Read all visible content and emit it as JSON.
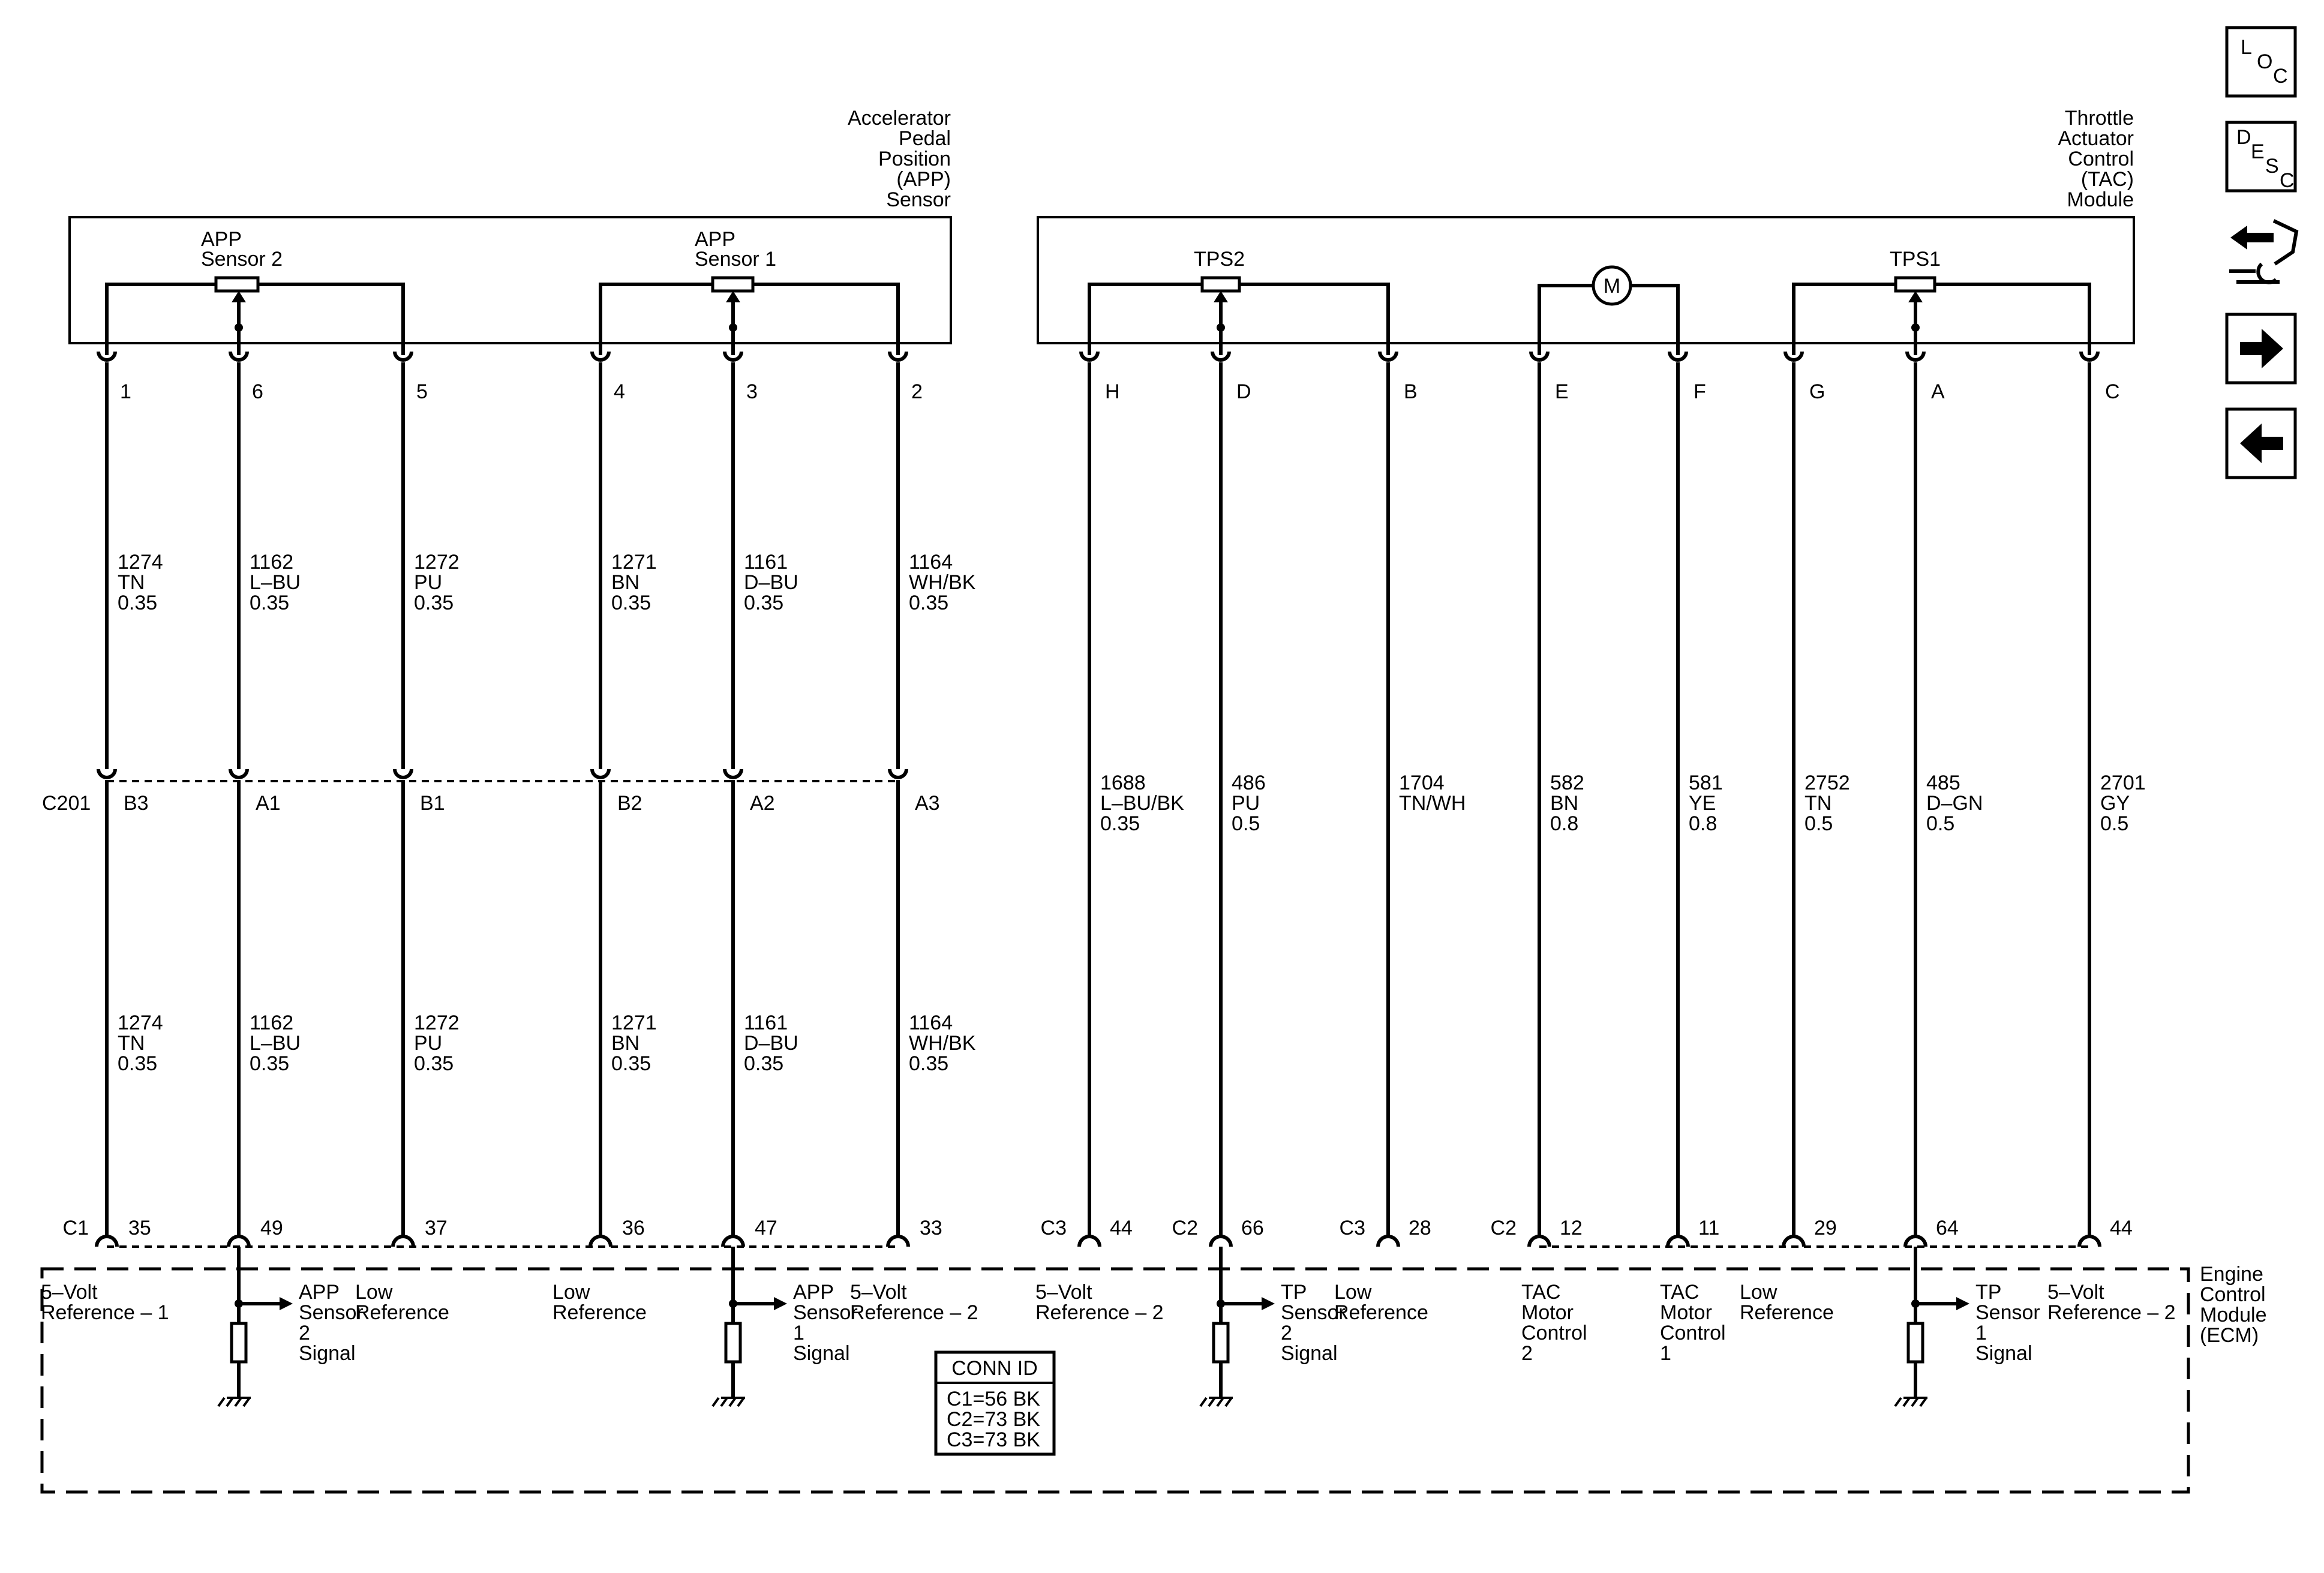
{
  "components": {
    "app_sensor": {
      "label_lines": [
        "Accelerator",
        "Pedal",
        "Position",
        "(APP)",
        "Sensor"
      ],
      "sensor2_lines": [
        "APP",
        "Sensor 2"
      ],
      "sensor1_lines": [
        "APP",
        "Sensor 1"
      ]
    },
    "tac_module": {
      "label_lines": [
        "Throttle",
        "Actuator",
        "Control",
        "(TAC)",
        "Module"
      ],
      "tps2": "TPS2",
      "tps1": "TPS1",
      "motor": "M"
    },
    "ecm": {
      "label_lines": [
        "Engine",
        "Control",
        "Module",
        "(ECM)"
      ]
    }
  },
  "inline_connector": "C201",
  "conn_id": {
    "title": "CONN ID",
    "lines": [
      "C1=56 BK",
      "C2=73 BK",
      "C3=73 BK"
    ]
  },
  "app_circuits": [
    {
      "pin": "1",
      "wire": [
        "1274",
        "TN",
        "0.35"
      ],
      "c201_pin": "B3",
      "ecm_conn": "C1",
      "ecm_pin": "35",
      "function": [
        "5–Volt",
        "Reference – 1"
      ]
    },
    {
      "pin": "6",
      "wire": [
        "1162",
        "L–BU",
        "0.35"
      ],
      "c201_pin": "A1",
      "ecm_conn": "",
      "ecm_pin": "49",
      "function": [
        "APP",
        "Sensor",
        "2",
        "Signal"
      ]
    },
    {
      "pin": "5",
      "wire": [
        "1272",
        "PU",
        "0.35"
      ],
      "c201_pin": "B1",
      "ecm_conn": "",
      "ecm_pin": "37",
      "function": [
        "Low",
        "Reference"
      ]
    },
    {
      "pin": "4",
      "wire": [
        "1271",
        "BN",
        "0.35"
      ],
      "c201_pin": "B2",
      "ecm_conn": "",
      "ecm_pin": "36",
      "function": [
        "Low",
        "Reference"
      ]
    },
    {
      "pin": "3",
      "wire": [
        "1161",
        "D–BU",
        "0.35"
      ],
      "c201_pin": "A2",
      "ecm_conn": "",
      "ecm_pin": "47",
      "function": [
        "APP",
        "Sensor",
        "1",
        "Signal"
      ]
    },
    {
      "pin": "2",
      "wire": [
        "1164",
        "WH/BK",
        "0.35"
      ],
      "c201_pin": "A3",
      "ecm_conn": "",
      "ecm_pin": "33",
      "function": [
        "5–Volt",
        "Reference – 2"
      ]
    }
  ],
  "tac_circuits": [
    {
      "pin": "H",
      "wire": [
        "1688",
        "L–BU/BK",
        "0.35"
      ],
      "ecm_conn": "C3",
      "ecm_pin": "44",
      "function": [
        "5–Volt",
        "Reference – 2"
      ]
    },
    {
      "pin": "D",
      "wire": [
        "486",
        "PU",
        "0.5"
      ],
      "ecm_conn": "C2",
      "ecm_pin": "66",
      "function": [
        "TP",
        "Sensor",
        "2",
        "Signal"
      ]
    },
    {
      "pin": "B",
      "wire": [
        "1704",
        "TN/WH"
      ],
      "ecm_conn": "C3",
      "ecm_pin": "28",
      "function": [
        "Low",
        "Reference"
      ]
    },
    {
      "pin": "E",
      "wire": [
        "582",
        "BN",
        "0.8"
      ],
      "ecm_conn": "C2",
      "ecm_pin": "12",
      "function": [
        "TAC",
        "Motor",
        "Control",
        "2"
      ]
    },
    {
      "pin": "F",
      "wire": [
        "581",
        "YE",
        "0.8"
      ],
      "ecm_conn": "",
      "ecm_pin": "11",
      "function": [
        "TAC",
        "Motor",
        "Control",
        "1"
      ]
    },
    {
      "pin": "G",
      "wire": [
        "2752",
        "TN",
        "0.5"
      ],
      "ecm_conn": "",
      "ecm_pin": "29",
      "function": [
        "Low",
        "Reference"
      ]
    },
    {
      "pin": "A",
      "wire": [
        "485",
        "D–GN",
        "0.5"
      ],
      "ecm_conn": "",
      "ecm_pin": "64",
      "function": [
        "TP",
        "Sensor",
        "1",
        "Signal"
      ]
    },
    {
      "pin": "C",
      "wire": [
        "2701",
        "GY",
        "0.5"
      ],
      "ecm_conn": "",
      "ecm_pin": "44",
      "function": [
        "5–Volt",
        "Reference – 2"
      ]
    }
  ],
  "nav": [
    {
      "name": "loc-button",
      "icon": "loc-icon",
      "letters": [
        "L",
        "O",
        "C"
      ]
    },
    {
      "name": "desc-button",
      "icon": "desc-icon",
      "letters": [
        "D",
        "E",
        "S",
        "C"
      ]
    },
    {
      "name": "connector-end-view-button",
      "icon": "connector-wrench-icon"
    },
    {
      "name": "next-page-button",
      "icon": "arrow-right-icon"
    },
    {
      "name": "previous-page-button",
      "icon": "arrow-left-icon"
    }
  ]
}
